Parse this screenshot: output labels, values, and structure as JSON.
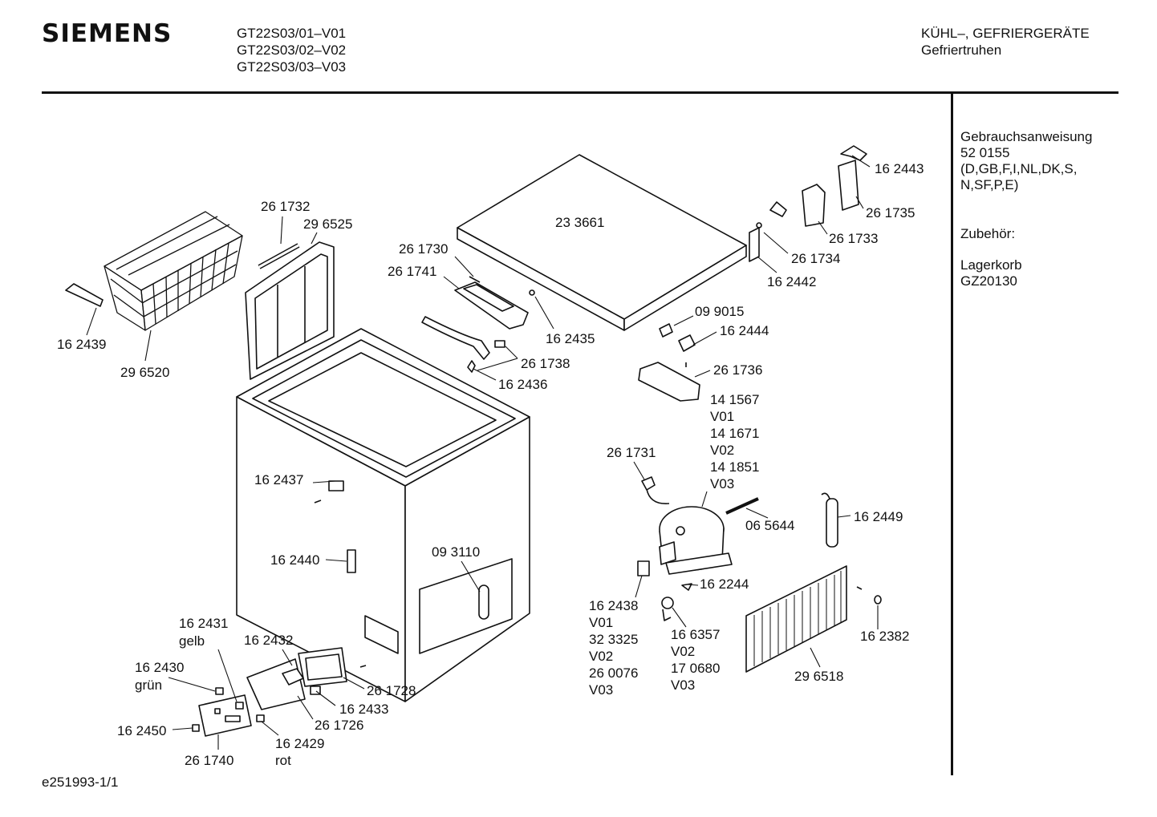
{
  "header": {
    "brand": "SIEMENS",
    "models": [
      "GT22S03/01–V01",
      "GT22S03/02–V02",
      "GT22S03/03–V03"
    ],
    "category": "KÜHL–, GEFRIERGERÄTE",
    "subcategory": "Gefriertruhen"
  },
  "sidebar": {
    "manual_title": "Gebrauchsanweisung",
    "manual_number": "52 0155",
    "manual_languages": [
      "(D,GB,F,I,NL,DK,S,",
      "N,SF,P,E)"
    ],
    "accessories_title": "Zubehör:",
    "accessory_name": "Lagerkorb",
    "accessory_code": "GZ20130"
  },
  "footer": {
    "code": "e251993-1/1"
  },
  "labels": {
    "p_233661": "23 3661",
    "p_262443": "16 2443",
    "p_261735": "26 1735",
    "p_261733": "26 1733",
    "p_261734": "26 1734",
    "p_162442": "16 2442",
    "p_261732": "26 1732",
    "p_296525": "29 6525",
    "p_261730": "26 1730",
    "p_261741": "26 1741",
    "p_162435": "16 2435",
    "p_162439": "16 2439",
    "p_296520": "29 6520",
    "p_261738": "26 1738",
    "p_162436": "16 2436",
    "p_099015": "09 9015",
    "p_162444": "16 2444",
    "p_261736": "26 1736",
    "p_comp_1": "14 1567",
    "p_comp_v1": "V01",
    "p_comp_2": "14 1671",
    "p_comp_v2": "V02",
    "p_comp_3": "14 1851",
    "p_comp_v3": "V03",
    "p_261731": "26 1731",
    "p_162437": "16 2437",
    "p_065644": "06 5644",
    "p_162449": "16 2449",
    "p_162440": "16 2440",
    "p_093110": "09 3110",
    "p_162244": "16 2244",
    "p_rel_1": "16 2438",
    "p_rel_v1": "V01",
    "p_rel_2": "32 3325",
    "p_rel_v2": "V02",
    "p_rel_3": "26 0076",
    "p_rel_v3": "V03",
    "p_cap_1": "16 6357",
    "p_cap_v2": "V02",
    "p_cap_2": "17 0680",
    "p_cap_v3": "V03",
    "p_162382": "16 2382",
    "p_296518": "29 6518",
    "p_162431": "16 2431",
    "p_gelb": "gelb",
    "p_162432": "16 2432",
    "p_162430": "16 2430",
    "p_gruen": "grün",
    "p_261728": "26 1728",
    "p_162433": "16 2433",
    "p_261726": "26 1726",
    "p_162450": "16 2450",
    "p_162429": "16 2429",
    "p_rot": "rot",
    "p_261740": "26 1740"
  }
}
